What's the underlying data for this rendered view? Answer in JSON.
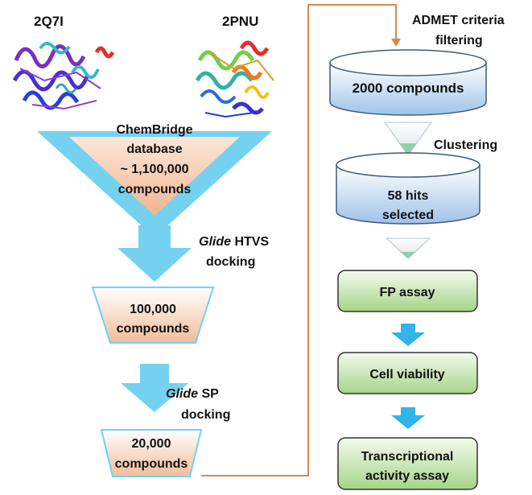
{
  "proteins": {
    "left": "2Q7I",
    "right": "2PNU"
  },
  "library": {
    "line1": "ChemBridge",
    "line2": "database",
    "line3": "~ 1,100,000",
    "line4": "compounds"
  },
  "step_htvs": {
    "prefix": "Glide",
    "suffix": " HTVS",
    "line2": "docking"
  },
  "box_100k": {
    "line1": "100,000",
    "line2": "compounds"
  },
  "step_sp": {
    "prefix": "Glide",
    "suffix": " SP",
    "line2": "docking"
  },
  "box_20k": {
    "line1": "20,000",
    "line2": "compounds"
  },
  "admet": {
    "line1": "ADMET criteria",
    "line2": "filtering"
  },
  "cyl_2000": {
    "label": "2000 compounds"
  },
  "clustering": {
    "label": "Clustering"
  },
  "cyl_58": {
    "line1": "58 hits",
    "line2": "selected"
  },
  "assays": {
    "fp": "FP assay",
    "viability": "Cell viability",
    "transcription_line1": "Transcriptional",
    "transcription_line2": "activity assay"
  },
  "colors": {
    "arrow_blue": "#74d2f0",
    "peach": "#f3c4a3",
    "funnel_border": "#6fd3f2",
    "cylinder_blue": "#a9c9ea",
    "cylinder_border": "#3f5a7a",
    "green_top": "#f3f9ee",
    "green_bottom": "#a7d48a",
    "connector": "#d98a4a"
  }
}
